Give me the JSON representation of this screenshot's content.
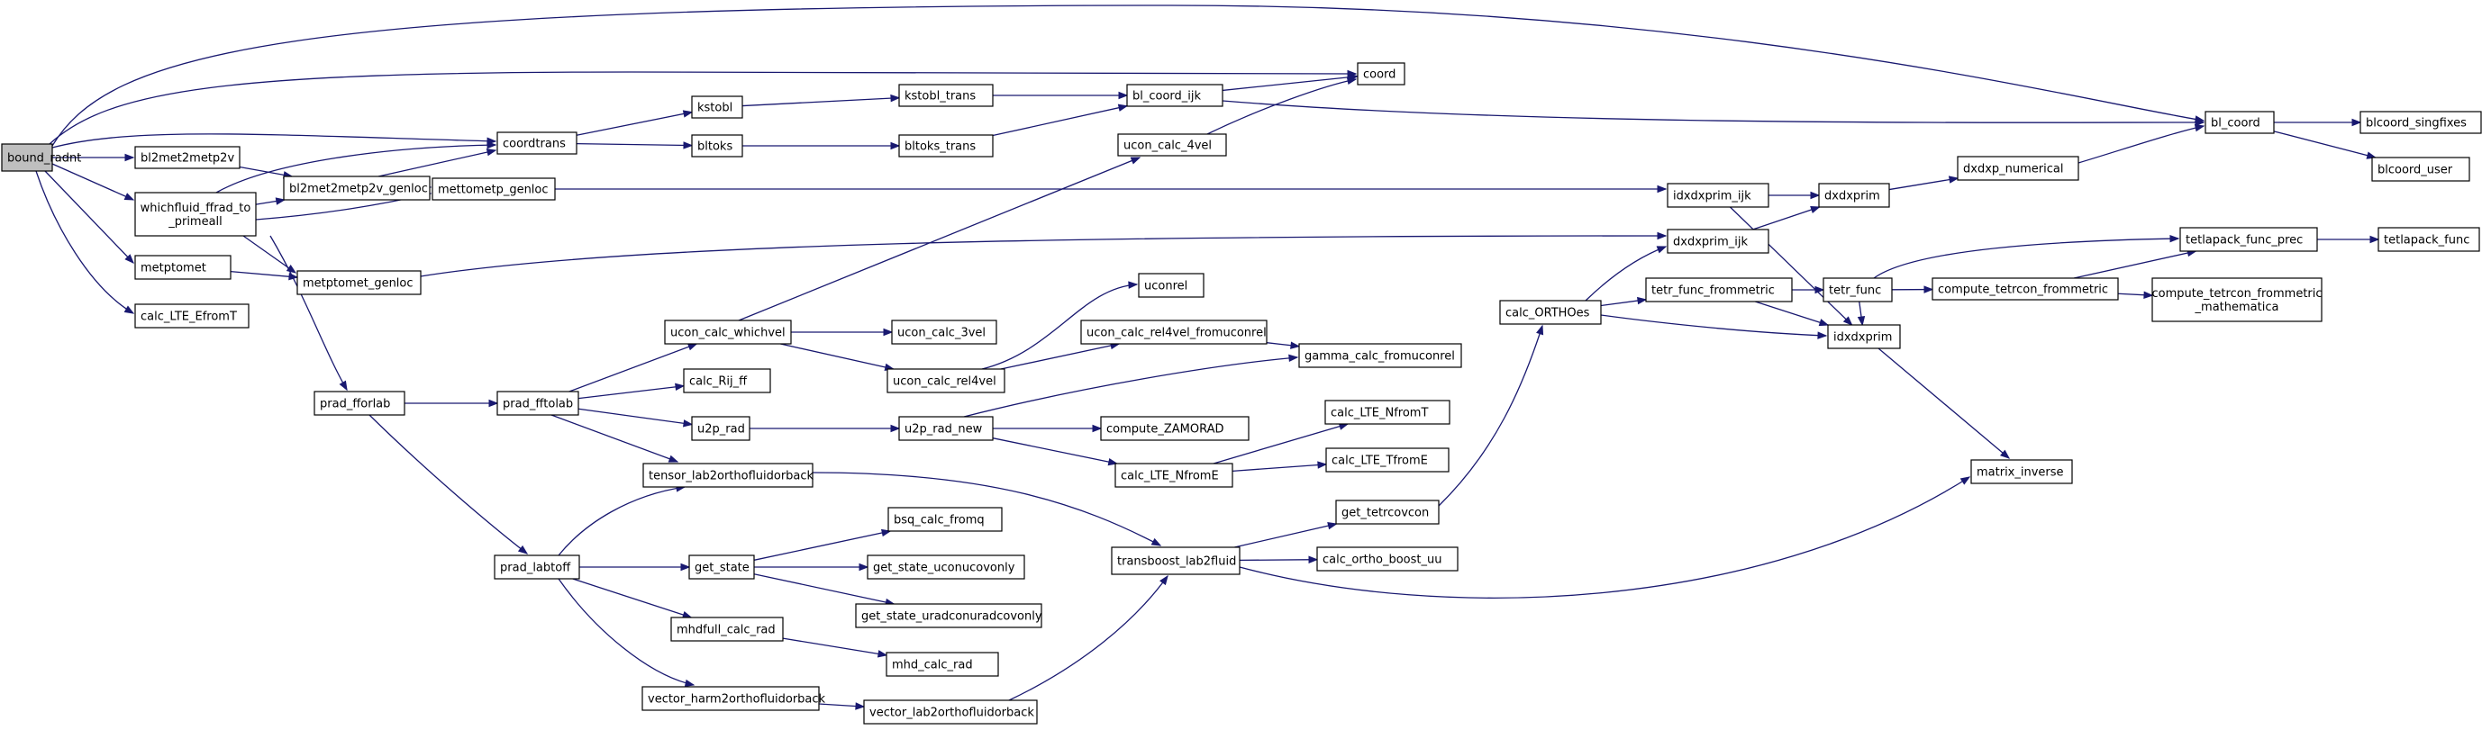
{
  "diagram": {
    "type": "call-graph",
    "edge_color": "#191970",
    "root_fill": "#bfbfbf",
    "node_fill": "#ffffff",
    "nodes": [
      {
        "id": "bound_radnt",
        "lines": [
          "bound_radnt"
        ],
        "root": true
      },
      {
        "id": "bl2met2metp2v",
        "lines": [
          "bl2met2metp2v"
        ]
      },
      {
        "id": "whichfluid_ffrad_to_primeall",
        "lines": [
          "whichfluid_ffrad_to",
          "_primeall"
        ]
      },
      {
        "id": "metptomet",
        "lines": [
          "metptomet"
        ]
      },
      {
        "id": "calc_LTE_EfromT",
        "lines": [
          "calc_LTE_EfromT"
        ]
      },
      {
        "id": "bl2met2metp2v_genloc",
        "lines": [
          "bl2met2metp2v_genloc"
        ]
      },
      {
        "id": "mettometp_genloc",
        "lines": [
          "mettometp_genloc"
        ]
      },
      {
        "id": "metptomet_genloc",
        "lines": [
          "metptomet_genloc"
        ]
      },
      {
        "id": "coordtrans",
        "lines": [
          "coordtrans"
        ]
      },
      {
        "id": "kstobl",
        "lines": [
          "kstobl"
        ]
      },
      {
        "id": "bltoks",
        "lines": [
          "bltoks"
        ]
      },
      {
        "id": "kstobl_trans",
        "lines": [
          "kstobl_trans"
        ]
      },
      {
        "id": "bltoks_trans",
        "lines": [
          "bltoks_trans"
        ]
      },
      {
        "id": "bl_coord_ijk",
        "lines": [
          "bl_coord_ijk"
        ]
      },
      {
        "id": "coord",
        "lines": [
          "coord"
        ]
      },
      {
        "id": "ucon_calc_4vel",
        "lines": [
          "ucon_calc_4vel"
        ]
      },
      {
        "id": "bl_coord",
        "lines": [
          "bl_coord"
        ]
      },
      {
        "id": "blcoord_singfixes",
        "lines": [
          "blcoord_singfixes"
        ]
      },
      {
        "id": "blcoord_user",
        "lines": [
          "blcoord_user"
        ]
      },
      {
        "id": "idxdxprim_ijk",
        "lines": [
          "idxdxprim_ijk"
        ]
      },
      {
        "id": "dxdxprim",
        "lines": [
          "dxdxprim"
        ]
      },
      {
        "id": "dxdxp_numerical",
        "lines": [
          "dxdxp_numerical"
        ]
      },
      {
        "id": "dxdxprim_ijk",
        "lines": [
          "dxdxprim_ijk"
        ]
      },
      {
        "id": "calc_ORTHOes",
        "lines": [
          "calc_ORTHOes"
        ]
      },
      {
        "id": "tetr_func_frommetric",
        "lines": [
          "tetr_func_frommetric"
        ]
      },
      {
        "id": "idxdxprim",
        "lines": [
          "idxdxprim"
        ]
      },
      {
        "id": "tetr_func",
        "lines": [
          "tetr_func"
        ]
      },
      {
        "id": "compute_tetrcon_frommetric",
        "lines": [
          "compute_tetrcon_frommetric"
        ]
      },
      {
        "id": "compute_tetrcon_frommetric_mathematica",
        "lines": [
          "compute_tetrcon_frommetric",
          "_mathematica"
        ]
      },
      {
        "id": "tetlapack_func_prec",
        "lines": [
          "tetlapack_func_prec"
        ]
      },
      {
        "id": "tetlapack_func",
        "lines": [
          "tetlapack_func"
        ]
      },
      {
        "id": "matrix_inverse",
        "lines": [
          "matrix_inverse"
        ]
      },
      {
        "id": "prad_fforlab",
        "lines": [
          "prad_fforlab"
        ]
      },
      {
        "id": "prad_fftolab",
        "lines": [
          "prad_fftolab"
        ]
      },
      {
        "id": "ucon_calc_whichvel",
        "lines": [
          "ucon_calc_whichvel"
        ]
      },
      {
        "id": "calc_Rij_ff",
        "lines": [
          "calc_Rij_ff"
        ]
      },
      {
        "id": "u2p_rad",
        "lines": [
          "u2p_rad"
        ]
      },
      {
        "id": "tensor_lab2orthofluidorback",
        "lines": [
          "tensor_lab2orthofluidorback"
        ]
      },
      {
        "id": "ucon_calc_3vel",
        "lines": [
          "ucon_calc_3vel"
        ]
      },
      {
        "id": "ucon_calc_rel4vel",
        "lines": [
          "ucon_calc_rel4vel"
        ]
      },
      {
        "id": "uconrel",
        "lines": [
          "uconrel"
        ]
      },
      {
        "id": "ucon_calc_rel4vel_fromuconrel",
        "lines": [
          "ucon_calc_rel4vel_fromuconrel"
        ]
      },
      {
        "id": "gamma_calc_fromuconrel",
        "lines": [
          "gamma_calc_fromuconrel"
        ]
      },
      {
        "id": "u2p_rad_new",
        "lines": [
          "u2p_rad_new"
        ]
      },
      {
        "id": "compute_ZAMORAD",
        "lines": [
          "compute_ZAMORAD"
        ]
      },
      {
        "id": "calc_LTE_NfromE",
        "lines": [
          "calc_LTE_NfromE"
        ]
      },
      {
        "id": "calc_LTE_NfromT",
        "lines": [
          "calc_LTE_NfromT"
        ]
      },
      {
        "id": "calc_LTE_TfromE",
        "lines": [
          "calc_LTE_TfromE"
        ]
      },
      {
        "id": "prad_labtoff",
        "lines": [
          "prad_labtoff"
        ]
      },
      {
        "id": "get_state",
        "lines": [
          "get_state"
        ]
      },
      {
        "id": "bsq_calc_fromq",
        "lines": [
          "bsq_calc_fromq"
        ]
      },
      {
        "id": "get_state_uconucovonly",
        "lines": [
          "get_state_uconucovonly"
        ]
      },
      {
        "id": "get_state_uradconuradcovonly",
        "lines": [
          "get_state_uradconuradcovonly"
        ]
      },
      {
        "id": "mhdfull_calc_rad",
        "lines": [
          "mhdfull_calc_rad"
        ]
      },
      {
        "id": "mhd_calc_rad",
        "lines": [
          "mhd_calc_rad"
        ]
      },
      {
        "id": "vector_harm2orthofluidorback",
        "lines": [
          "vector_harm2orthofluidorback"
        ]
      },
      {
        "id": "vector_lab2orthofluidorback",
        "lines": [
          "vector_lab2orthofluidorback"
        ]
      },
      {
        "id": "transboost_lab2fluid",
        "lines": [
          "transboost_lab2fluid"
        ]
      },
      {
        "id": "get_tetrcovcon",
        "lines": [
          "get_tetrcovcon"
        ]
      },
      {
        "id": "calc_ortho_boost_uu",
        "lines": [
          "calc_ortho_boost_uu"
        ]
      }
    ],
    "edges": [
      [
        "bound_radnt",
        "bl_coord"
      ],
      [
        "bound_radnt",
        "coord"
      ],
      [
        "bound_radnt",
        "coordtrans"
      ],
      [
        "bound_radnt",
        "bl2met2metp2v"
      ],
      [
        "bound_radnt",
        "whichfluid_ffrad_to_primeall"
      ],
      [
        "bound_radnt",
        "metptomet"
      ],
      [
        "bound_radnt",
        "calc_LTE_EfromT"
      ],
      [
        "bl2met2metp2v",
        "bl2met2metp2v_genloc"
      ],
      [
        "whichfluid_ffrad_to_primeall",
        "coordtrans"
      ],
      [
        "whichfluid_ffrad_to_primeall",
        "bl2met2metp2v_genloc"
      ],
      [
        "whichfluid_ffrad_to_primeall",
        "mettometp_genloc"
      ],
      [
        "whichfluid_ffrad_to_primeall",
        "metptomet_genloc"
      ],
      [
        "whichfluid_ffrad_to_primeall",
        "prad_fforlab"
      ],
      [
        "metptomet",
        "metptomet_genloc"
      ],
      [
        "bl2met2metp2v_genloc",
        "coordtrans"
      ],
      [
        "bl2met2metp2v_genloc",
        "mettometp_genloc"
      ],
      [
        "mettometp_genloc",
        "idxdxprim_ijk"
      ],
      [
        "metptomet_genloc",
        "dxdxprim_ijk"
      ],
      [
        "coordtrans",
        "kstobl"
      ],
      [
        "coordtrans",
        "bltoks"
      ],
      [
        "kstobl",
        "kstobl_trans"
      ],
      [
        "bltoks",
        "bltoks_trans"
      ],
      [
        "kstobl_trans",
        "bl_coord_ijk"
      ],
      [
        "bltoks_trans",
        "bl_coord_ijk"
      ],
      [
        "bl_coord_ijk",
        "coord"
      ],
      [
        "bl_coord_ijk",
        "bl_coord"
      ],
      [
        "ucon_calc_4vel",
        "coord"
      ],
      [
        "bl_coord",
        "blcoord_singfixes"
      ],
      [
        "bl_coord",
        "blcoord_user"
      ],
      [
        "idxdxprim_ijk",
        "dxdxprim"
      ],
      [
        "idxdxprim_ijk",
        "idxdxprim"
      ],
      [
        "dxdxprim",
        "dxdxp_numerical"
      ],
      [
        "dxdxp_numerical",
        "bl_coord"
      ],
      [
        "dxdxprim_ijk",
        "dxdxprim"
      ],
      [
        "calc_ORTHOes",
        "dxdxprim_ijk"
      ],
      [
        "calc_ORTHOes",
        "tetr_func_frommetric"
      ],
      [
        "calc_ORTHOes",
        "idxdxprim"
      ],
      [
        "tetr_func_frommetric",
        "tetr_func"
      ],
      [
        "tetr_func_frommetric",
        "idxdxprim"
      ],
      [
        "tetr_func",
        "tetlapack_func_prec"
      ],
      [
        "tetr_func",
        "compute_tetrcon_frommetric"
      ],
      [
        "tetr_func",
        "idxdxprim"
      ],
      [
        "compute_tetrcon_frommetric",
        "tetlapack_func_prec"
      ],
      [
        "compute_tetrcon_frommetric",
        "compute_tetrcon_frommetric_mathematica"
      ],
      [
        "tetlapack_func_prec",
        "tetlapack_func"
      ],
      [
        "idxdxprim",
        "matrix_inverse"
      ],
      [
        "prad_fforlab",
        "prad_fftolab"
      ],
      [
        "prad_fforlab",
        "prad_labtoff"
      ],
      [
        "prad_fftolab",
        "ucon_calc_whichvel"
      ],
      [
        "prad_fftolab",
        "calc_Rij_ff"
      ],
      [
        "prad_fftolab",
        "u2p_rad"
      ],
      [
        "prad_fftolab",
        "tensor_lab2orthofluidorback"
      ],
      [
        "ucon_calc_whichvel",
        "ucon_calc_4vel"
      ],
      [
        "ucon_calc_whichvel",
        "ucon_calc_3vel"
      ],
      [
        "ucon_calc_whichvel",
        "ucon_calc_rel4vel"
      ],
      [
        "ucon_calc_rel4vel",
        "uconrel"
      ],
      [
        "ucon_calc_rel4vel",
        "ucon_calc_rel4vel_fromuconrel"
      ],
      [
        "ucon_calc_rel4vel_fromuconrel",
        "gamma_calc_fromuconrel"
      ],
      [
        "u2p_rad",
        "u2p_rad_new"
      ],
      [
        "u2p_rad_new",
        "gamma_calc_fromuconrel"
      ],
      [
        "u2p_rad_new",
        "compute_ZAMORAD"
      ],
      [
        "u2p_rad_new",
        "calc_LTE_NfromE"
      ],
      [
        "calc_LTE_NfromE",
        "calc_LTE_NfromT"
      ],
      [
        "calc_LTE_NfromE",
        "calc_LTE_TfromE"
      ],
      [
        "tensor_lab2orthofluidorback",
        "transboost_lab2fluid"
      ],
      [
        "prad_labtoff",
        "tensor_lab2orthofluidorback"
      ],
      [
        "prad_labtoff",
        "get_state"
      ],
      [
        "prad_labtoff",
        "mhdfull_calc_rad"
      ],
      [
        "prad_labtoff",
        "vector_harm2orthofluidorback"
      ],
      [
        "get_state",
        "bsq_calc_fromq"
      ],
      [
        "get_state",
        "get_state_uconucovonly"
      ],
      [
        "get_state",
        "get_state_uradconuradcovonly"
      ],
      [
        "mhdfull_calc_rad",
        "mhd_calc_rad"
      ],
      [
        "vector_harm2orthofluidorback",
        "vector_lab2orthofluidorback"
      ],
      [
        "vector_lab2orthofluidorback",
        "transboost_lab2fluid"
      ],
      [
        "transboost_lab2fluid",
        "get_tetrcovcon"
      ],
      [
        "transboost_lab2fluid",
        "calc_ortho_boost_uu"
      ],
      [
        "transboost_lab2fluid",
        "matrix_inverse"
      ],
      [
        "get_tetrcovcon",
        "calc_ORTHOes"
      ]
    ]
  }
}
